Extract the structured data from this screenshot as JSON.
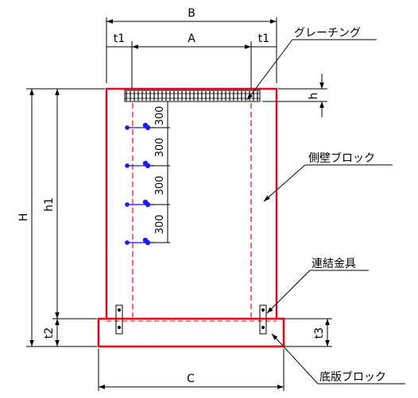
{
  "dimensions": {
    "B": "B",
    "A": "A",
    "t1_left": "t1",
    "t1_right": "t1",
    "h": "h",
    "H": "H",
    "h1": "h1",
    "t2": "t2",
    "t3": "t3",
    "C": "C",
    "spacing": [
      "300",
      "300",
      "300",
      "300"
    ]
  },
  "callouts": {
    "grating": "グレーチング",
    "side_wall_block": "側壁ブロック",
    "connector": "連結金具",
    "base_block": "底版ブロック"
  },
  "colors": {
    "outline": "#e8001c",
    "anchor": "#1a1aff",
    "line": "#000000"
  }
}
